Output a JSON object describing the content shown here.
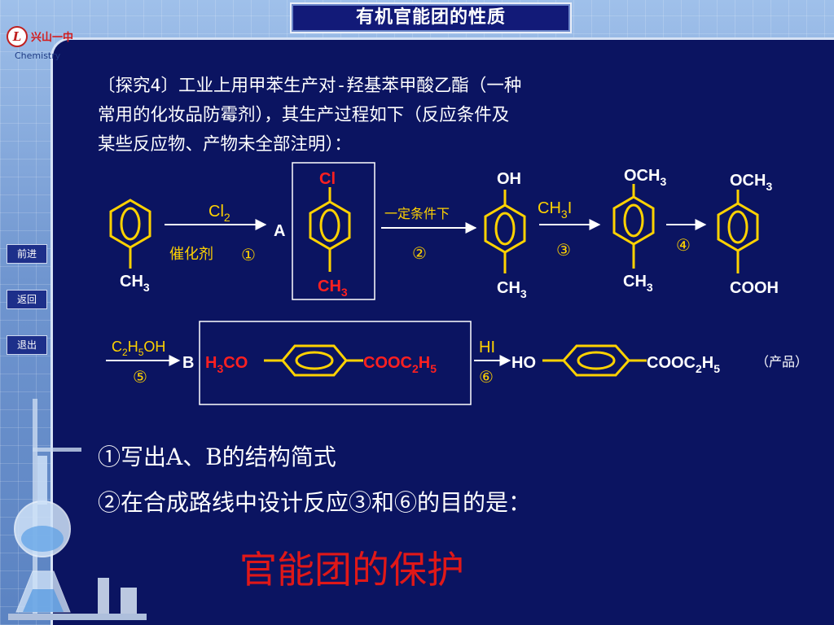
{
  "slide": {
    "title": "有机官能团的性质",
    "logo": {
      "mark": "L",
      "name": "兴山一中",
      "subtitle": "Chemistry"
    },
    "nav": [
      {
        "label": "前进"
      },
      {
        "label": "返回"
      },
      {
        "label": "退出"
      }
    ],
    "question_lines": [
      "〔探究4〕工业上用甲苯生产对-羟基苯甲酸乙酯（一种",
      "常用的化妆品防霉剂），其生产过程如下（反应条件及",
      "某些反应物、产物未全部注明）："
    ],
    "scheme": {
      "toluene_sub": "CH3",
      "step1_reagent": "Cl2",
      "step1_condition": "催化剂",
      "step1_number": "①",
      "label_A": "A",
      "A_top": "Cl",
      "A_bottom": "CH3",
      "step2_condition": "一定条件下",
      "step2_number": "②",
      "phenol_top": "OH",
      "phenol_bottom": "CH3",
      "step3_reagent": "CH3I",
      "step3_number": "③",
      "ether_top": "OCH3",
      "ether_bottom": "CH3",
      "step4_number": "④",
      "acid_top": "OCH3",
      "acid_bottom": "COOH",
      "step5_reagent": "C2H5OH",
      "step5_number": "⑤",
      "label_B": "B",
      "B_left": "H3CO",
      "B_right": "COOC2H5",
      "step6_reagent": "HI",
      "step6_number": "⑥",
      "product_left": "HO",
      "product_right": "COOC2H5",
      "product_note": "（产品）"
    },
    "sub_questions": [
      "①写出A、B的结构简式",
      "②在合成路线中设计反应③和⑥的目的是："
    ],
    "answer": "官能团的保护"
  },
  "colors": {
    "structure": "#ffd200",
    "answer": "#e01818",
    "text": "#ffffff",
    "panel": "#0b1461"
  }
}
